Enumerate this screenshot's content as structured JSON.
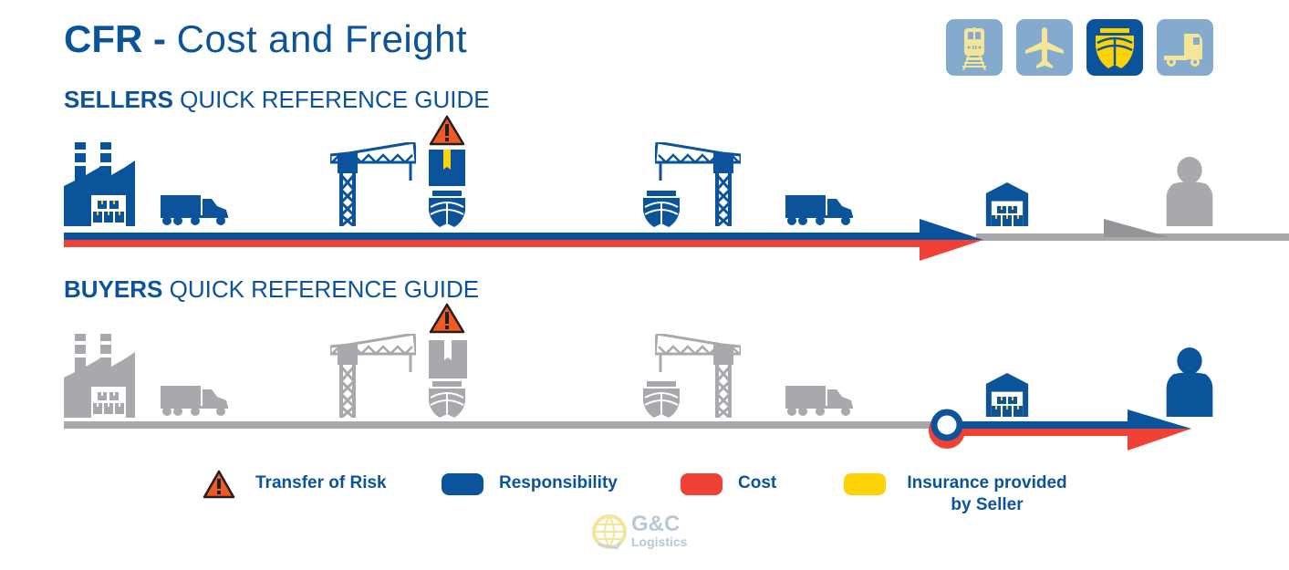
{
  "header": {
    "title_bold": "CFR -",
    "title_light": "Cost and Freight"
  },
  "transport_modes": [
    {
      "name": "rail",
      "icon": "train-icon",
      "active": false
    },
    {
      "name": "air",
      "icon": "airplane-icon",
      "active": false
    },
    {
      "name": "sea",
      "icon": "ship-icon",
      "active": true
    },
    {
      "name": "road",
      "icon": "truck-cab-icon",
      "active": false
    }
  ],
  "sellers": {
    "label_bold": "SELLERS",
    "label_light": "QUICK REFERENCE GUIDE",
    "steps": [
      "factory",
      "truck",
      "crane-origin",
      "risk-package-ship",
      "ship-destination",
      "crane-destination",
      "truck",
      "warehouse",
      "buyer"
    ],
    "responsibility_until": "destination port",
    "cost_until": "destination port"
  },
  "buyers": {
    "label_bold": "BUYERS",
    "label_light": "QUICK REFERENCE GUIDE",
    "steps": [
      "factory",
      "truck",
      "crane-origin",
      "risk-package-ship",
      "ship-destination",
      "crane-destination",
      "truck",
      "warehouse",
      "buyer"
    ],
    "responsibility_from": "destination port",
    "cost_from": "destination port"
  },
  "legend": {
    "risk": "Transfer of Risk",
    "responsibility": "Responsibility",
    "cost": "Cost",
    "insurance_line1": "Insurance provided",
    "insurance_line2": "by Seller"
  },
  "colors": {
    "responsibility": "#0b539a",
    "cost": "#ef4136",
    "insurance": "#ffd204",
    "risk": "#f15a22",
    "inactive": "#a7a9ac",
    "mode_inactive": "#84abce"
  },
  "logo": {
    "line1": "G&C",
    "line2": "Logistics"
  }
}
